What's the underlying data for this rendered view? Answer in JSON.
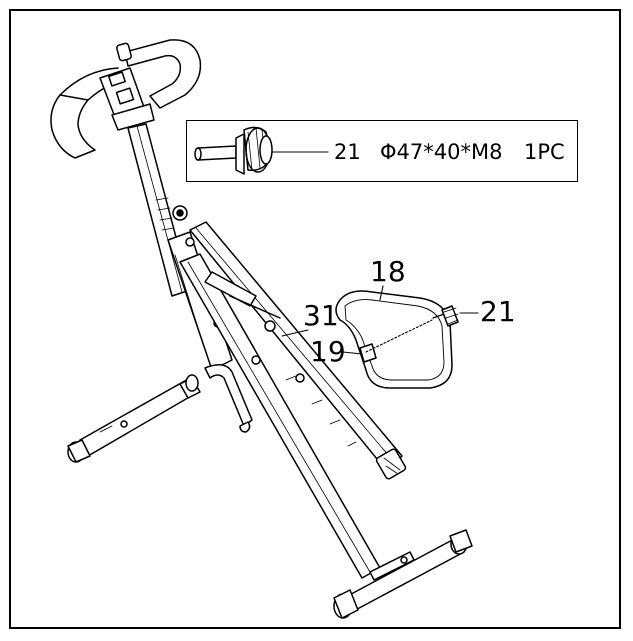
{
  "inset": {
    "part_number": "21",
    "spec": "Φ47*40*M8",
    "quantity": "1PC"
  },
  "callouts": {
    "seat": "18",
    "knob": "21",
    "frame": "31",
    "bolt": "19"
  }
}
